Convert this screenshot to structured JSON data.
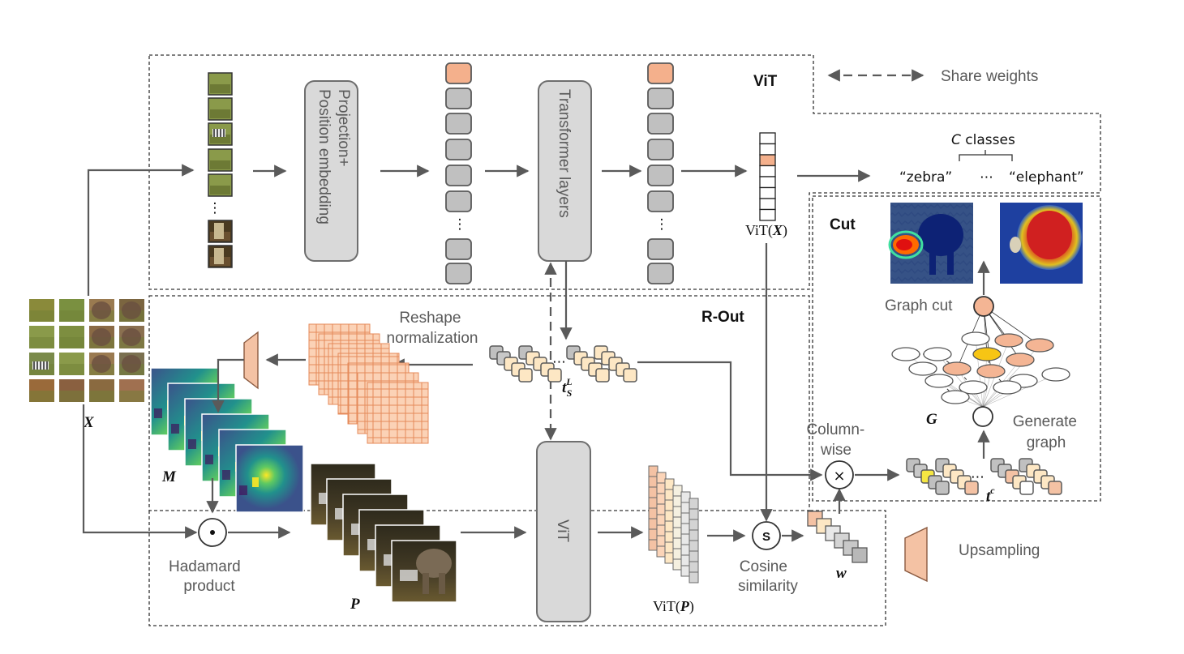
{
  "legend": {
    "share_weights": "Share weights",
    "upsampling": "Upsampling"
  },
  "panels": {
    "vit": "ViT",
    "rout": "R-Out",
    "cut": "Cut"
  },
  "blocks": {
    "projection": "Projection+ Position embedding",
    "transformer": "Transformer layers",
    "vit_block": "ViT"
  },
  "labels": {
    "vit_x": "ViT(X)",
    "vit_p": "ViT(P)",
    "c_classes": "C classes",
    "class_zebra": "“zebra”",
    "class_elephant": "“elephant”",
    "ellipsis": "⋯",
    "reshape_normalization": "Reshape normalization",
    "hadamard_product": "Hadamard product",
    "cosine_similarity": "Cosine similarity",
    "column_wise": "Column- wise",
    "generate_graph": "Generate graph",
    "graph_cut": "Graph cut",
    "x": "X",
    "m": "M",
    "p": "P",
    "w": "w",
    "g": "G",
    "ts": "t",
    "ts_sup": "L",
    "ts_sub": "S",
    "tc": "t",
    "tc_sup": "c",
    "s_symbol": "S",
    "times_symbol": "×",
    "dot_symbol": "⊙"
  },
  "colors": {
    "token_orange": "#f4b08c",
    "token_gray": "#c0c0c0",
    "token_cream": "#fde7c4",
    "token_yellow": "#f5e642",
    "node_orange": "#f4b594",
    "node_yellow": "#f7c514",
    "block_fill": "#d9d9d9"
  }
}
